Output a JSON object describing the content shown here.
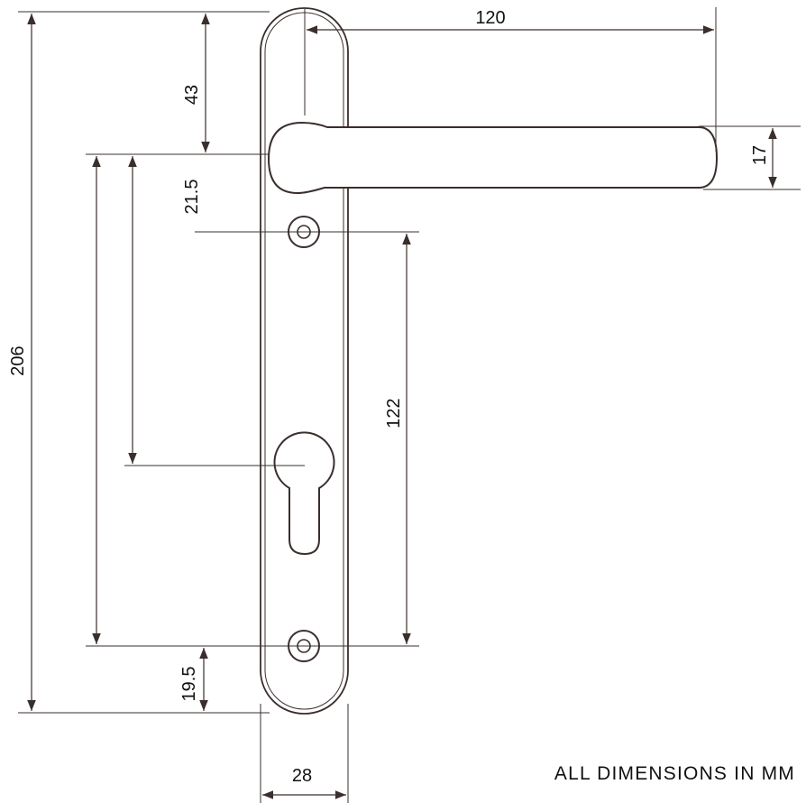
{
  "dimensions": {
    "handle_length": "120",
    "handle_thickness": "17",
    "top_to_handle": "43",
    "handle_to_screw": "21.5",
    "screw_to_screw": "122",
    "overall_height": "206",
    "bottom_to_screw": "19.5",
    "plate_width": "28"
  },
  "note": "ALL DIMENSIONS IN MM",
  "colors": {
    "line": "#3a2f2c",
    "text": "#111111",
    "background": "#ffffff"
  }
}
